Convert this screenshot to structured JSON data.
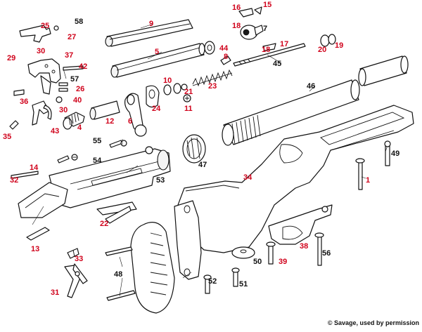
{
  "colors": {
    "red_label": "#d0021b",
    "black_label": "#111111",
    "ink": "#111111"
  },
  "labels": [
    {
      "id": "p1",
      "text": "1",
      "color": "red"
    },
    {
      "id": "p4",
      "text": "4",
      "color": "red"
    },
    {
      "id": "p5",
      "text": "5",
      "color": "red"
    },
    {
      "id": "p6",
      "text": "6",
      "color": "red"
    },
    {
      "id": "p7",
      "text": "7",
      "color": "black"
    },
    {
      "id": "p8",
      "text": "8",
      "color": "red"
    },
    {
      "id": "p9",
      "text": "9",
      "color": "red"
    },
    {
      "id": "p10",
      "text": "10",
      "color": "red"
    },
    {
      "id": "p11",
      "text": "11",
      "color": "red"
    },
    {
      "id": "p12",
      "text": "12",
      "color": "red"
    },
    {
      "id": "p13",
      "text": "13",
      "color": "red"
    },
    {
      "id": "p14",
      "text": "14",
      "color": "red"
    },
    {
      "id": "p15",
      "text": "15",
      "color": "red"
    },
    {
      "id": "p16",
      "text": "16",
      "color": "red"
    },
    {
      "id": "p17",
      "text": "17",
      "color": "red"
    },
    {
      "id": "p18a",
      "text": "18",
      "color": "red"
    },
    {
      "id": "p18b",
      "text": "18",
      "color": "red"
    },
    {
      "id": "p19",
      "text": "19",
      "color": "red"
    },
    {
      "id": "p20",
      "text": "20",
      "color": "red"
    },
    {
      "id": "p21",
      "text": "21",
      "color": "red"
    },
    {
      "id": "p22",
      "text": "22",
      "color": "red"
    },
    {
      "id": "p23",
      "text": "23",
      "color": "red"
    },
    {
      "id": "p24",
      "text": "24",
      "color": "red"
    },
    {
      "id": "p25",
      "text": "25",
      "color": "red"
    },
    {
      "id": "p26",
      "text": "26",
      "color": "red"
    },
    {
      "id": "p27",
      "text": "27",
      "color": "red"
    },
    {
      "id": "p29",
      "text": "29",
      "color": "red"
    },
    {
      "id": "p30a",
      "text": "30",
      "color": "red"
    },
    {
      "id": "p30b",
      "text": "30",
      "color": "red"
    },
    {
      "id": "p31",
      "text": "31",
      "color": "red"
    },
    {
      "id": "p32",
      "text": "32",
      "color": "red"
    },
    {
      "id": "p33",
      "text": "33",
      "color": "red"
    },
    {
      "id": "p34",
      "text": "34",
      "color": "red"
    },
    {
      "id": "p35",
      "text": "35",
      "color": "red"
    },
    {
      "id": "p36",
      "text": "36",
      "color": "red"
    },
    {
      "id": "p37",
      "text": "37",
      "color": "red"
    },
    {
      "id": "p38",
      "text": "38",
      "color": "red"
    },
    {
      "id": "p39",
      "text": "39",
      "color": "red"
    },
    {
      "id": "p40",
      "text": "40",
      "color": "red"
    },
    {
      "id": "p42",
      "text": "42",
      "color": "red"
    },
    {
      "id": "p43",
      "text": "43",
      "color": "red"
    },
    {
      "id": "p44",
      "text": "44",
      "color": "red"
    },
    {
      "id": "p45",
      "text": "45",
      "color": "black"
    },
    {
      "id": "p46",
      "text": "46",
      "color": "black"
    },
    {
      "id": "p47",
      "text": "47",
      "color": "black"
    },
    {
      "id": "p48",
      "text": "48",
      "color": "black"
    },
    {
      "id": "p49",
      "text": "49",
      "color": "black"
    },
    {
      "id": "p50",
      "text": "50",
      "color": "black"
    },
    {
      "id": "p51",
      "text": "51",
      "color": "black"
    },
    {
      "id": "p52",
      "text": "52",
      "color": "black"
    },
    {
      "id": "p53",
      "text": "53",
      "color": "black"
    },
    {
      "id": "p54",
      "text": "54",
      "color": "black"
    },
    {
      "id": "p55",
      "text": "55",
      "color": "black"
    },
    {
      "id": "p56",
      "text": "56",
      "color": "black"
    },
    {
      "id": "p57",
      "text": "57",
      "color": "black"
    },
    {
      "id": "p58",
      "text": "58",
      "color": "black"
    }
  ],
  "credit": "© Savage, used by permission"
}
